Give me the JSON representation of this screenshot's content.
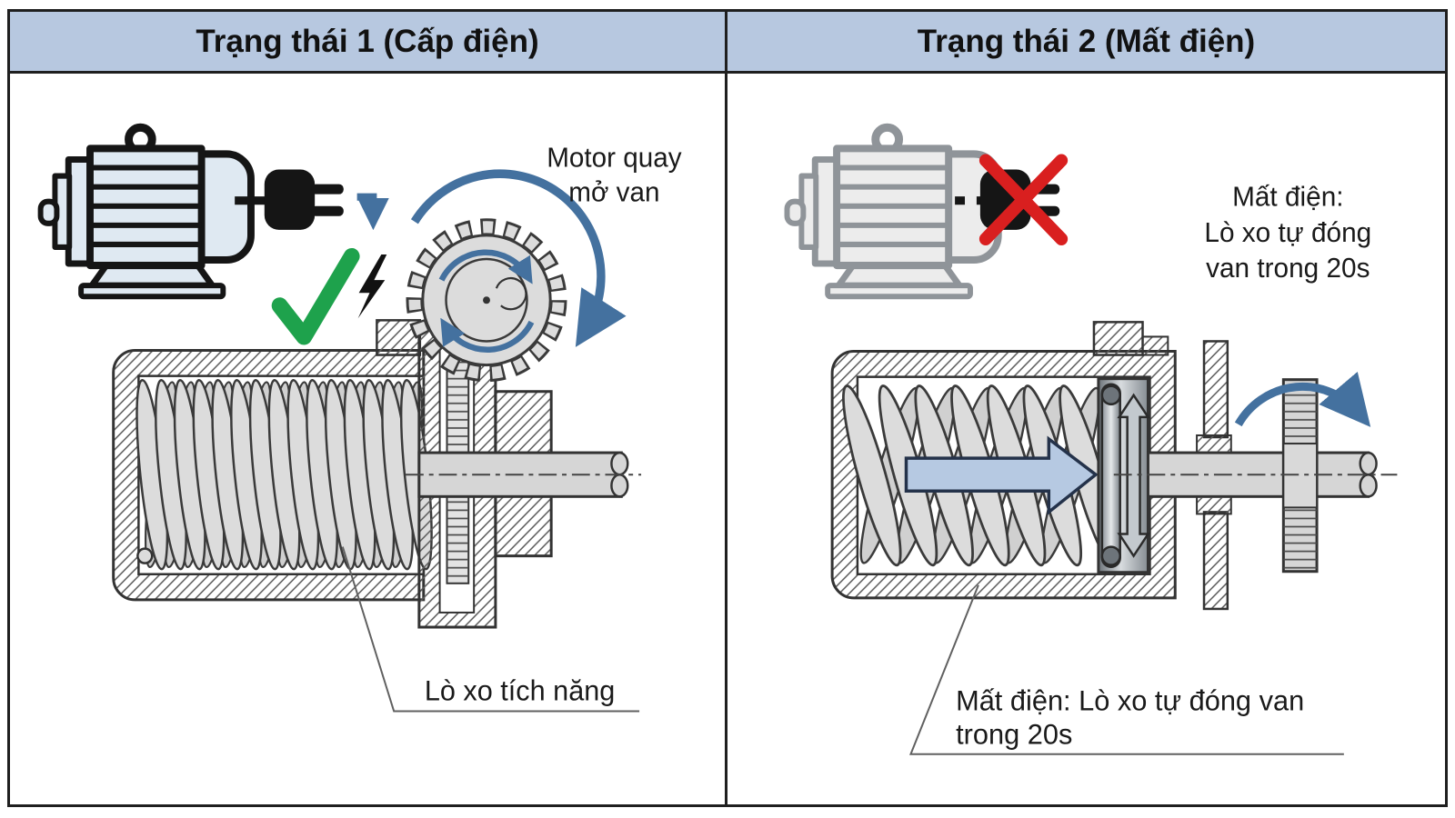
{
  "headers": {
    "state1": "Trạng thái 1 (Cấp điện)",
    "state2": "Trạng thái 2 (Mất điện)"
  },
  "panel1": {
    "motor_label": [
      "Motor quay",
      "mở van"
    ],
    "spring_label": "Lò xo tích năng"
  },
  "panel2": {
    "power_note": [
      "Mất điện:",
      "Lò xo tự đóng",
      "van trong 20s"
    ],
    "spring_label": [
      "Mất điện: Lò xo tự đóng van",
      "trong 20s"
    ]
  },
  "colors": {
    "header_bg": "#b7c8e0",
    "border": "#1f1f1f",
    "arrow_blue": "#44719f",
    "arrow_fill_light": "#b6c9e2",
    "check_green": "#1ea24c",
    "cross_red": "#d91f1f",
    "metal_light": "#dcdcdc",
    "motor_fill_powered": "#dfe9f2",
    "motor_fill_unpowered": "#ececec",
    "piston_dark": "#6d747a"
  },
  "icons": {
    "motor": "electric-motor-icon",
    "plug": "power-plug-icon",
    "check": "check-mark-icon",
    "bolt": "lightning-bolt-icon",
    "cross": "red-x-icon",
    "gear": "gear-icon",
    "spring": "coil-spring",
    "shaft": "output-shaft"
  }
}
